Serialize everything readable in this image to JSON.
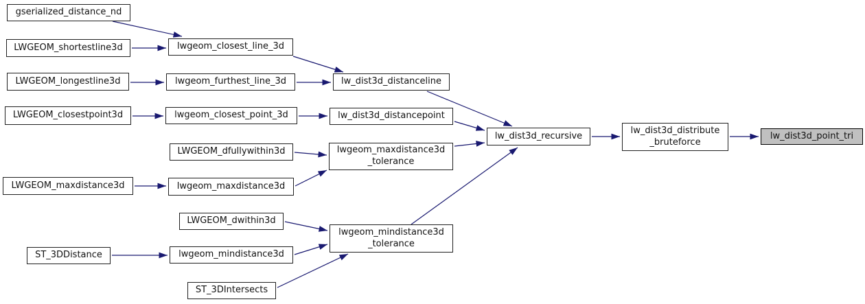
{
  "diagram": {
    "kind": "doxygen-call-graph",
    "highlighted_node": "lw_dist3d_point_tri",
    "colors": {
      "background": "#ffffff",
      "edge": "#191970",
      "node_background": "#ffffff",
      "node_border": "#1f1f1f",
      "highlight_background": "#c0c0c0"
    },
    "nodes": [
      {
        "id": "gserialized_distance_nd",
        "label": "gserialized_distance_nd"
      },
      {
        "id": "LWGEOM_shortestline3d",
        "label": "LWGEOM_shortestline3d"
      },
      {
        "id": "LWGEOM_longestline3d",
        "label": "LWGEOM_longestline3d"
      },
      {
        "id": "LWGEOM_closestpoint3d",
        "label": "LWGEOM_closestpoint3d"
      },
      {
        "id": "LWGEOM_maxdistance3d",
        "label": "LWGEOM_maxdistance3d"
      },
      {
        "id": "ST_3DDistance",
        "label": "ST_3DDistance"
      },
      {
        "id": "lwgeom_closest_line_3d",
        "label": "lwgeom_closest_line_3d"
      },
      {
        "id": "lwgeom_furthest_line_3d",
        "label": "lwgeom_furthest_line_3d"
      },
      {
        "id": "lwgeom_closest_point_3d",
        "label": "lwgeom_closest_point_3d"
      },
      {
        "id": "LWGEOM_dfullywithin3d",
        "label": "LWGEOM_dfullywithin3d"
      },
      {
        "id": "lwgeom_maxdistance3d",
        "label": "lwgeom_maxdistance3d"
      },
      {
        "id": "LWGEOM_dwithin3d",
        "label": "LWGEOM_dwithin3d"
      },
      {
        "id": "lwgeom_mindistance3d",
        "label": "lwgeom_mindistance3d"
      },
      {
        "id": "ST_3DIntersects",
        "label": "ST_3DIntersects"
      },
      {
        "id": "lw_dist3d_distanceline",
        "label": "lw_dist3d_distanceline"
      },
      {
        "id": "lw_dist3d_distancepoint",
        "label": "lw_dist3d_distancepoint"
      },
      {
        "id": "lwgeom_maxdistance3d_tolerance",
        "label": "lwgeom_maxdistance3d\n_tolerance"
      },
      {
        "id": "lwgeom_mindistance3d_tolerance",
        "label": "lwgeom_mindistance3d\n_tolerance"
      },
      {
        "id": "lw_dist3d_recursive",
        "label": "lw_dist3d_recursive"
      },
      {
        "id": "lw_dist3d_distribute_bruteforce",
        "label": "lw_dist3d_distribute\n_bruteforce"
      },
      {
        "id": "lw_dist3d_point_tri",
        "label": "lw_dist3d_point_tri",
        "highlighted": true
      }
    ],
    "edges": [
      {
        "from": "gserialized_distance_nd",
        "to": "lwgeom_closest_line_3d"
      },
      {
        "from": "LWGEOM_shortestline3d",
        "to": "lwgeom_closest_line_3d"
      },
      {
        "from": "LWGEOM_longestline3d",
        "to": "lwgeom_furthest_line_3d"
      },
      {
        "from": "lwgeom_closest_line_3d",
        "to": "lw_dist3d_distanceline"
      },
      {
        "from": "lwgeom_furthest_line_3d",
        "to": "lw_dist3d_distanceline"
      },
      {
        "from": "LWGEOM_closestpoint3d",
        "to": "lwgeom_closest_point_3d"
      },
      {
        "from": "lwgeom_closest_point_3d",
        "to": "lw_dist3d_distancepoint"
      },
      {
        "from": "LWGEOM_dfullywithin3d",
        "to": "lwgeom_maxdistance3d_tolerance"
      },
      {
        "from": "LWGEOM_maxdistance3d",
        "to": "lwgeom_maxdistance3d"
      },
      {
        "from": "lwgeom_maxdistance3d",
        "to": "lwgeom_maxdistance3d_tolerance"
      },
      {
        "from": "LWGEOM_dwithin3d",
        "to": "lwgeom_mindistance3d_tolerance"
      },
      {
        "from": "ST_3DDistance",
        "to": "lwgeom_mindistance3d"
      },
      {
        "from": "lwgeom_mindistance3d",
        "to": "lwgeom_mindistance3d_tolerance"
      },
      {
        "from": "ST_3DIntersects",
        "to": "lwgeom_mindistance3d_tolerance"
      },
      {
        "from": "lw_dist3d_distanceline",
        "to": "lw_dist3d_recursive"
      },
      {
        "from": "lw_dist3d_distancepoint",
        "to": "lw_dist3d_recursive"
      },
      {
        "from": "lwgeom_maxdistance3d_tolerance",
        "to": "lw_dist3d_recursive"
      },
      {
        "from": "lwgeom_mindistance3d_tolerance",
        "to": "lw_dist3d_recursive"
      },
      {
        "from": "lw_dist3d_recursive",
        "to": "lw_dist3d_distribute_bruteforce"
      },
      {
        "from": "lw_dist3d_distribute_bruteforce",
        "to": "lw_dist3d_point_tri"
      }
    ]
  }
}
